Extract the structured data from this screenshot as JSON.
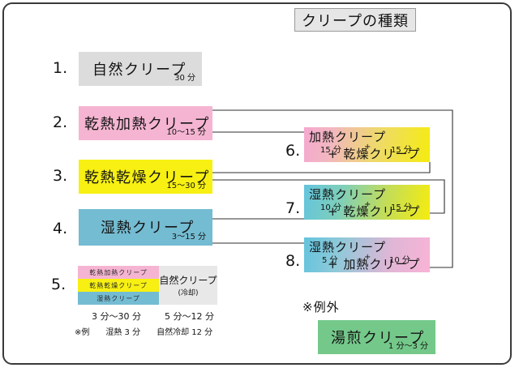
{
  "header": {
    "title": "クリープの種類"
  },
  "main": {
    "items": [
      {
        "number": "1.",
        "label": "自然クリープ",
        "duration": "30 分",
        "color": "#dcdcdc"
      },
      {
        "number": "2.",
        "label": "乾熱加熱クリープ",
        "duration": "10〜15 分",
        "color": "#f5b5d2"
      },
      {
        "number": "3.",
        "label": "乾熱乾燥クリープ",
        "duration": "15〜30 分",
        "color": "#f7f012"
      },
      {
        "number": "4.",
        "label": "湿熱クリープ",
        "duration": "3〜15 分",
        "color": "#74bcd2"
      }
    ],
    "combo_item": {
      "number": "5.",
      "stack": [
        {
          "label": "乾熱加熱クリープ",
          "color": "#f5b5d2"
        },
        {
          "label": "乾熱乾燥クリープ",
          "color": "#f7f012"
        },
        {
          "label": "湿熱クリープ",
          "color": "#74bcd2"
        }
      ],
      "right_block": {
        "line1": "自然クリープ",
        "line2": "(冷却)",
        "color": "#e8e8e8"
      },
      "duration_left": "3 分〜30 分",
      "duration_right": "5 分〜12 分",
      "note": "※例　　湿熱 3 分　　自然冷却 12 分"
    },
    "compound_items": [
      {
        "number": "6.",
        "label_top": "加熱クリープ",
        "label_bottom": "+ 乾燥クリープ",
        "duration_left": "15 分",
        "plus": "+",
        "duration_right": "15 分",
        "gradient_from": "#f5a8cf",
        "gradient_to": "#f5ec10"
      },
      {
        "number": "7.",
        "label_top": "湿熱クリープ",
        "label_bottom": "+ 乾燥クリープ",
        "duration_left": "10 分",
        "plus": "+",
        "duration_right": "15 分",
        "gradient_from": "#63c4dd",
        "gradient_to": "#f5ec10"
      },
      {
        "number": "8.",
        "label_top": "湿熱クリープ",
        "label_bottom": "+ 加熱クリープ",
        "duration_left": "5 分",
        "plus": "+",
        "duration_right": "10 分",
        "gradient_from": "#63c4dd",
        "gradient_to": "#f9b3d6"
      }
    ],
    "exception": {
      "heading": "※例外",
      "label": "湯煎クリープ",
      "duration": "1 分〜3 分",
      "color": "#74c98a"
    }
  }
}
